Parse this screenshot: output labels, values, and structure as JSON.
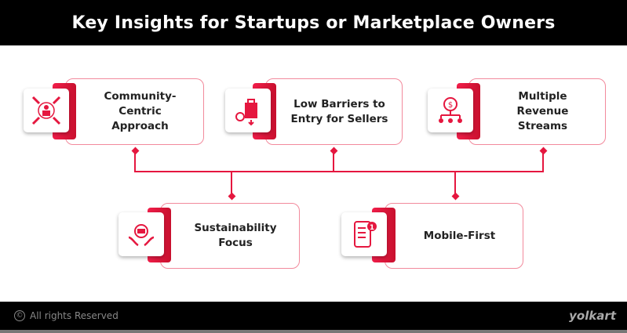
{
  "title": "Key Insights for Startups or Marketplace Owners",
  "cards": [
    {
      "label": "Community-Centric Approach",
      "icon": "community-icon"
    },
    {
      "label": "Low Barriers to Entry for Sellers",
      "icon": "shopping-bag-icon"
    },
    {
      "label": "Multiple Revenue Streams",
      "icon": "revenue-streams-icon"
    },
    {
      "label": "Sustainability Focus",
      "icon": "sustainability-icon"
    },
    {
      "label": "Mobile-First",
      "icon": "mobile-icon"
    }
  ],
  "footer": {
    "copyright": "All rights Reserved",
    "copyright_symbol": "©",
    "brand": "yolkart"
  },
  "colors": {
    "accent": "#e5173f",
    "border": "#f28a9c"
  }
}
